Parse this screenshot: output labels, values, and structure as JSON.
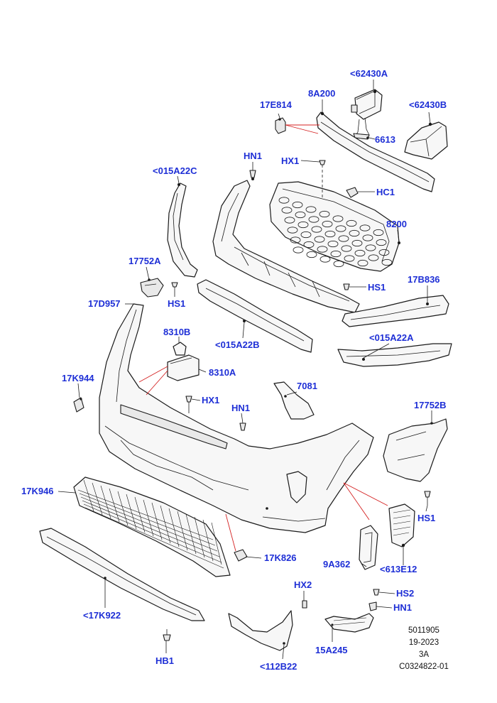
{
  "callouts": {
    "c62430a": "<62430A",
    "c8a200": "8A200",
    "c17e814": "17E814",
    "c62430b": "<62430B",
    "c6613": "6613",
    "chn1_top": "HN1",
    "chx1_top": "HX1",
    "c015a22c": "<015A22C",
    "chc1": "HC1",
    "c8200": "8200",
    "c17752a": "17752A",
    "chs1_left": "HS1",
    "chs1_mid": "HS1",
    "c17b836": "17B836",
    "c17d957": "17D957",
    "c015a22b": "<015A22B",
    "c015a22a": "<015A22A",
    "c8310b": "8310B",
    "c8310a": "8310A",
    "c17k944": "17K944",
    "c7081": "7081",
    "chx1_mid": "HX1",
    "chn1_mid": "HN1",
    "c17752b": "17752B",
    "c17k946": "17K946",
    "chs1_right": "HS1",
    "c17k826": "17K826",
    "c9a362": "9A362",
    "c613e12": "<613E12",
    "chx2": "HX2",
    "chs2": "HS2",
    "chn1_low": "HN1",
    "c17k922": "<17K922",
    "c15a245": "15A245",
    "chb1": "HB1",
    "c112b22": "<112B22"
  },
  "reference": {
    "line1": "5011905",
    "line2": "19-2023",
    "line3": "3A",
    "line4": "C0324822-01"
  },
  "colors": {
    "callout": "#1e2fd6",
    "highlight_leader": "#d42020",
    "line_art": "#1a1a1a"
  }
}
